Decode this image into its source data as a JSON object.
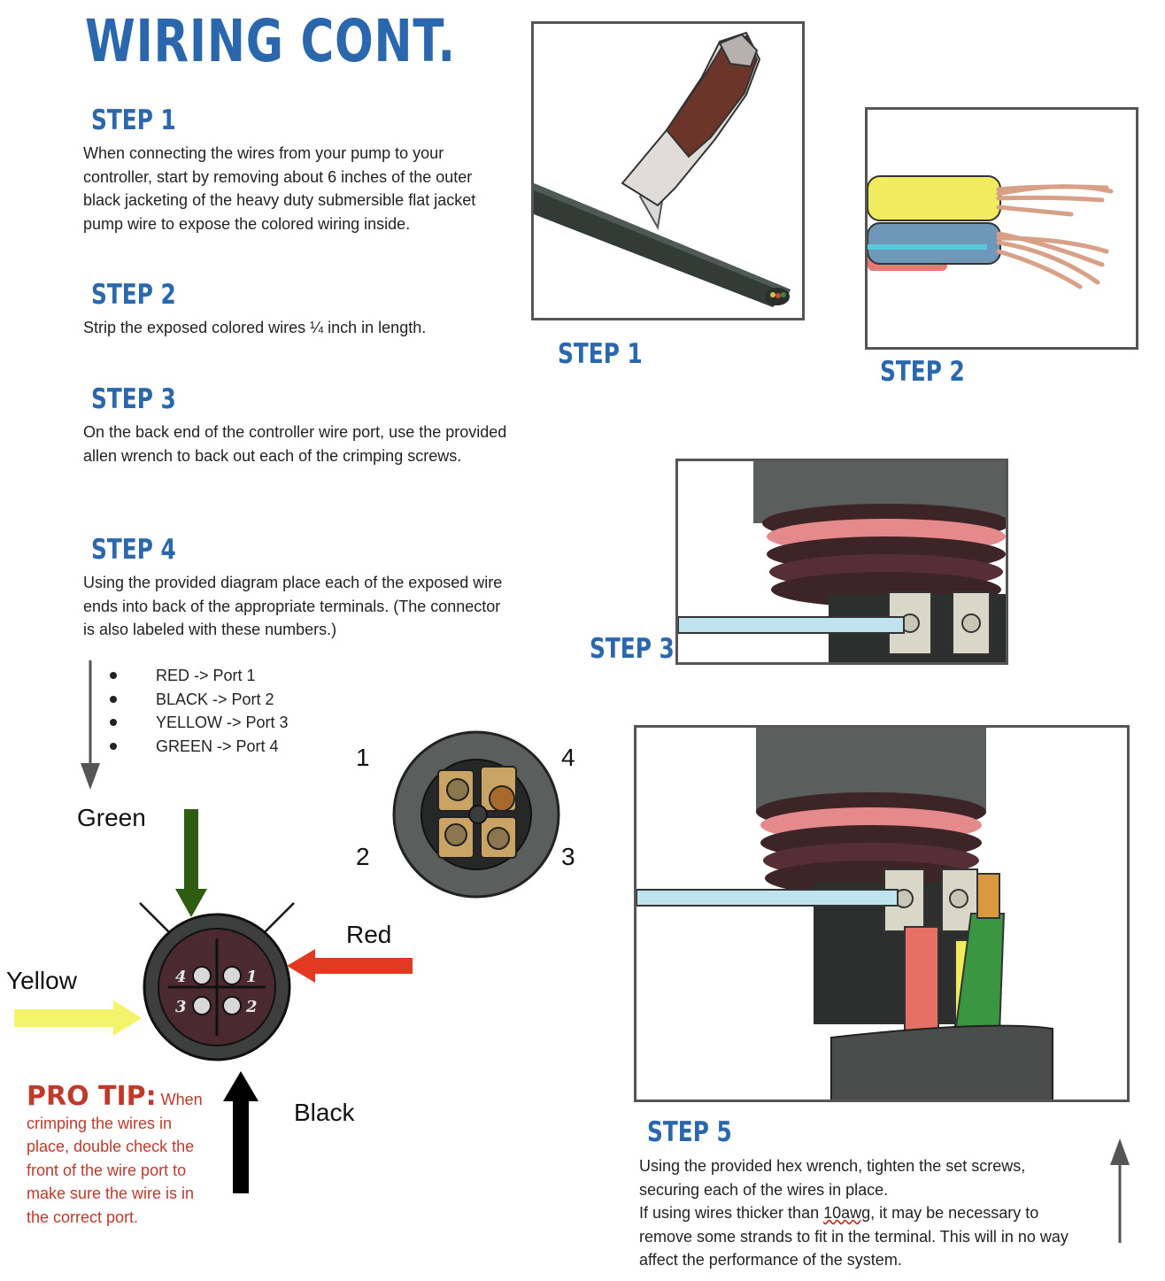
{
  "page": {
    "title": "WIRING CONT."
  },
  "steps": [
    {
      "heading": "STEP 1",
      "text": "When connecting the wires from your pump to your controller, start by removing about 6 inches of the outer black jacketing of the heavy duty submersible flat jacket pump wire to expose the colored wiring inside."
    },
    {
      "heading": "STEP 2",
      "text": "Strip the exposed colored wires ¼ inch in length."
    },
    {
      "heading": "STEP 3",
      "text": "On the back end of the controller wire port, use the provided allen wrench to back out each of the crimping screws."
    },
    {
      "heading": "STEP 4",
      "text": "Using the provided diagram place each of the exposed wire ends into back of the appropriate terminals.  (The connector is also labeled with these numbers.)"
    }
  ],
  "port_list": [
    "RED -> Port 1",
    "BLACK -> Port 2",
    "YELLOW -> Port 3",
    "GREEN -> Port 4"
  ],
  "figure_captions": {
    "step1": "STEP 1",
    "step2": "STEP 2",
    "step3": "STEP 3",
    "step5": "STEP 5"
  },
  "connector_numbers": {
    "n1": "1",
    "n2": "2",
    "n3": "3",
    "n4": "4"
  },
  "diagram_numbers": {
    "d1": "1",
    "d2": "2",
    "d3": "3",
    "d4": "4"
  },
  "wire_labels": {
    "green": "Green",
    "red": "Red",
    "yellow": "Yellow",
    "black": "Black"
  },
  "pro_tip": {
    "heading": "PRO TIP:",
    "text_first": "When",
    "text_rest": "crimping the wires in place, double check the front of the wire port to make sure the wire is in the correct port."
  },
  "step5": {
    "line1": "Using the provided hex wrench, tighten the set screws, securing each of the wires in place.",
    "line2_before": "If using wires thicker than ",
    "line2_flag": "10awg",
    "line2_after": ", it may be necessary to remove some strands to fit in the terminal.  This will in no way affect the performance of the system."
  },
  "colors": {
    "heading_blue": "#2a67ad",
    "pro_tip_red": "#c0392b",
    "arrow_green": "#2e5d12",
    "arrow_red": "#e23a22",
    "arrow_yellow": "#f4f46a",
    "arrow_black": "#000000"
  }
}
